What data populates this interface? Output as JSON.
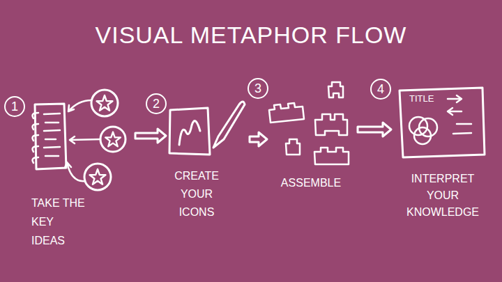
{
  "diagram": {
    "title": "VISUAL METAPHOR FLOW",
    "nodes": [
      {
        "text": [
          "1"
        ]
      },
      {
        "text": [
          "TAKE THE KEY IDEAS"
        ]
      },
      {
        "text": [
          "2"
        ]
      },
      {
        "text": [
          "CREATE YOUR ICONS"
        ]
      },
      {
        "text": [
          "3"
        ]
      },
      {
        "text": [
          "ASSEMBLE"
        ]
      },
      {
        "text": [
          "4"
        ]
      },
      {
        "text": [
          "TITLE",
          "INTERPRET YOUR KNOWLEDGE"
        ]
      }
    ],
    "edges": [
      {
        "from": 1,
        "to": 3,
        "arrow": "to"
      },
      {
        "from": 3,
        "to": 5,
        "arrow": "to"
      },
      {
        "from": 5,
        "to": 7,
        "arrow": "to"
      }
    ]
  }
}
